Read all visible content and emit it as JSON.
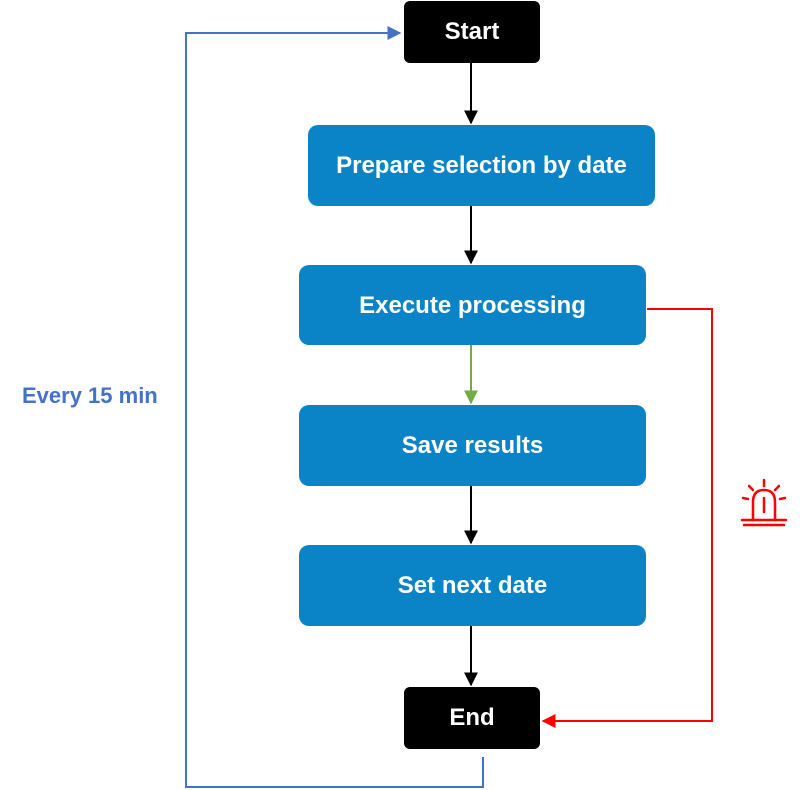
{
  "colors": {
    "process_fill": "#0A84C6",
    "terminal_fill": "#000000",
    "loop_line": "#4472C4",
    "error_line": "#FF0000",
    "success_arrow": "#70AD47",
    "flow_arrow": "#000000"
  },
  "nodes": {
    "start": "Start",
    "prepare": "Prepare selection by date",
    "execute": "Execute processing",
    "save": "Save results",
    "next_date": "Set next date",
    "end": "End"
  },
  "loop_label": "Every 15 min",
  "icons": {
    "alarm": "siren-icon"
  }
}
